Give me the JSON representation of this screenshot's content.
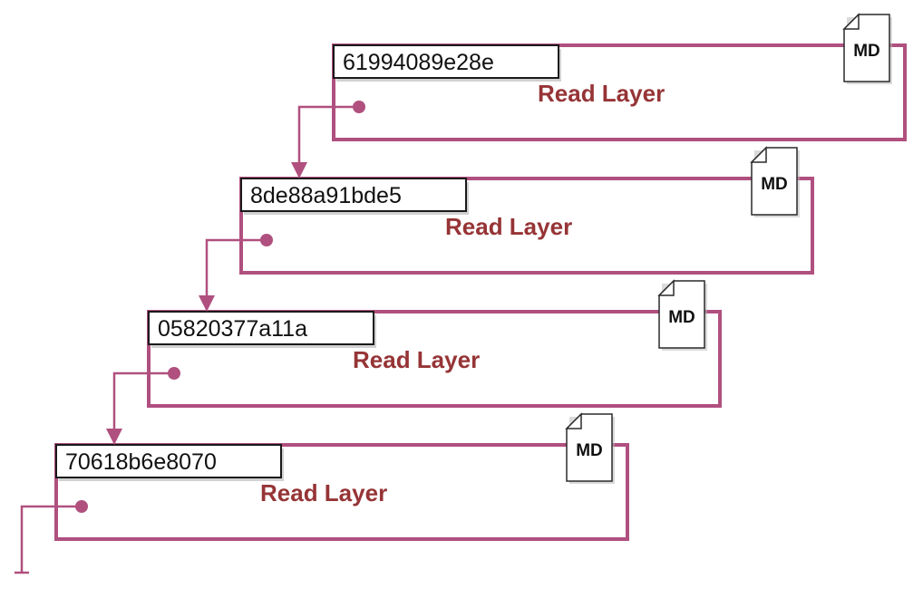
{
  "colors": {
    "accent": "#b0507f",
    "title": "#963436",
    "text": "#111111"
  },
  "layers": [
    {
      "id": "61994089e28e",
      "label": "Read Layer",
      "badge": "MD",
      "badge_icon": "document-icon"
    },
    {
      "id": "8de88a91bde5",
      "label": "Read Layer",
      "badge": "MD",
      "badge_icon": "document-icon"
    },
    {
      "id": "05820377a11a",
      "label": "Read Layer",
      "badge": "MD",
      "badge_icon": "document-icon"
    },
    {
      "id": "70618b6e8070",
      "label": "Read Layer",
      "badge": "MD",
      "badge_icon": "document-icon"
    }
  ]
}
